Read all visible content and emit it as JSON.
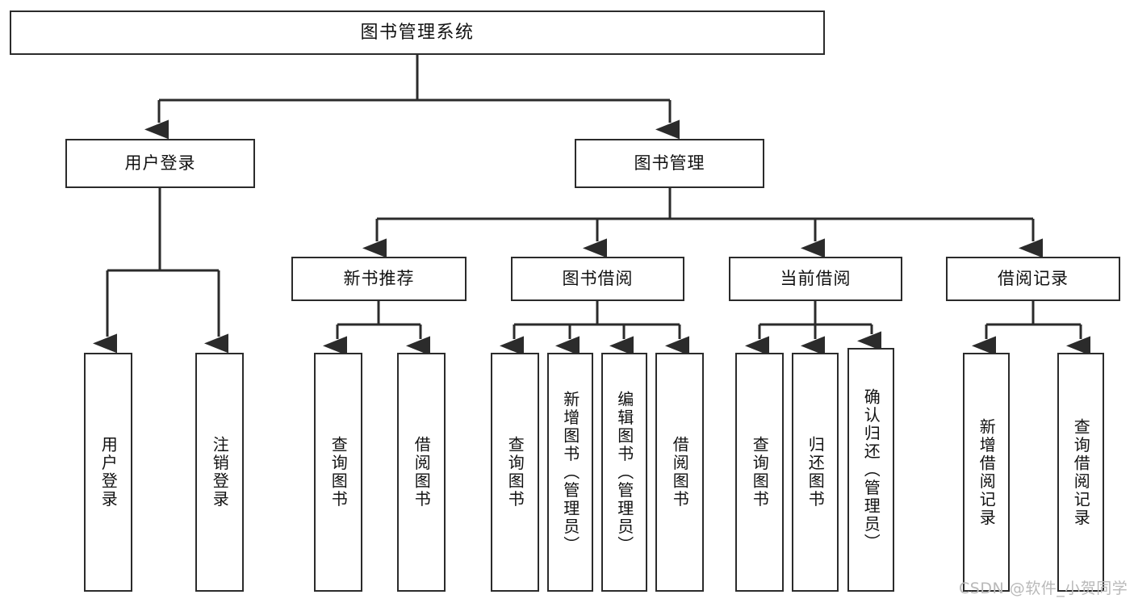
{
  "diagram": {
    "title": "图书管理系统",
    "type": "tree",
    "watermark": "CSDN @软件_小贺同学",
    "colors": {
      "stroke": "#2b2b2b",
      "fill": "#ffffff",
      "text": "#111111",
      "watermark": "#b9b9b9"
    },
    "root": {
      "label": "图书管理系统"
    },
    "level2": [
      {
        "label": "用户登录"
      },
      {
        "label": "图书管理"
      }
    ],
    "level3": [
      {
        "label": "新书推荐"
      },
      {
        "label": "图书借阅"
      },
      {
        "label": "当前借阅"
      },
      {
        "label": "借阅记录"
      }
    ],
    "leaves": {
      "user_login": [
        {
          "label": "用户登录"
        },
        {
          "label": "注销登录"
        }
      ],
      "new_book": [
        {
          "label": "查询图书"
        },
        {
          "label": "借阅图书"
        }
      ],
      "book_borrow": [
        {
          "label": "查询图书"
        },
        {
          "label": "新增图书（管理员）"
        },
        {
          "label": "编辑图书（管理员）"
        },
        {
          "label": "借阅图书"
        }
      ],
      "current_borrow": [
        {
          "label": "查询图书"
        },
        {
          "label": "归还图书"
        },
        {
          "label": "确认归还（管理员）"
        }
      ],
      "borrow_record": [
        {
          "label": "新增借阅记录"
        },
        {
          "label": "查询借阅记录"
        }
      ]
    }
  }
}
